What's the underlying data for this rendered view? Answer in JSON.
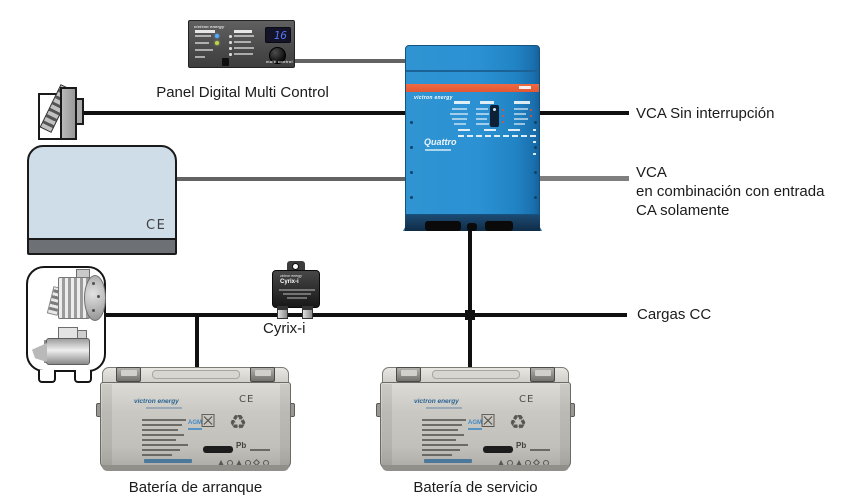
{
  "devices": {
    "multi_control": {
      "label": "Panel Digital Multi Control",
      "brand": "victron energy",
      "display_value": "16",
      "model_text": "multi control"
    },
    "quattro": {
      "brand": "victron energy",
      "model": "Quattro"
    },
    "generator": {
      "ce_mark": "CE"
    },
    "cyrix": {
      "brand": "victron energy",
      "body_text": "Cyrix-i",
      "label": "Cyrix-i"
    },
    "battery_start": {
      "label": "Batería de arranque",
      "brand": "victron energy",
      "ce_mark": "CE",
      "chem": "AGM",
      "pb_mark": "Pb"
    },
    "battery_service": {
      "label": "Batería de servicio",
      "brand": "victron energy",
      "ce_mark": "CE",
      "chem": "AGM",
      "pb_mark": "Pb"
    }
  },
  "connection_labels": {
    "vca_uninterrupted": "VCA Sin interrupción",
    "vca_combined_lines": [
      "VCA",
      "en combinación con entrada",
      "CA solamente"
    ],
    "dc_loads": "Cargas CC"
  },
  "icons": {
    "crossed_bin": "☒",
    "recycle": "♻"
  },
  "colors": {
    "wire_black": "#101010",
    "wire_gray": "#636363",
    "quattro_blue": "#2b91d3",
    "accent_orange": "#e75f3a",
    "generator_fill": "#cfdde9",
    "panel_gray": "#4f4f4f",
    "display_digit_blue": "#5873f5",
    "battery_gray": "#cac8c2",
    "brand_blue": "#2a6496"
  }
}
